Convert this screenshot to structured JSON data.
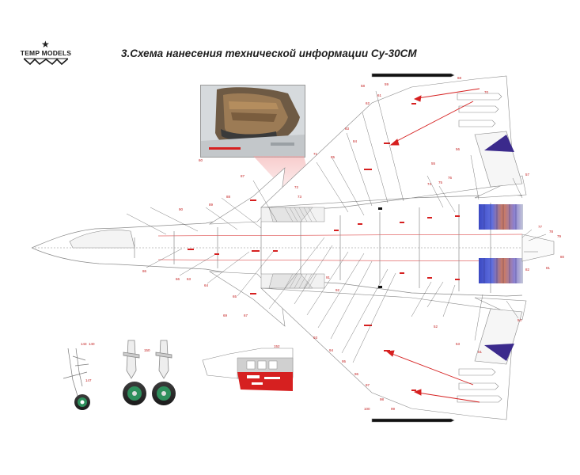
{
  "brand": {
    "logo_text": "TEMP MODELS",
    "logo_icon": "star-icon"
  },
  "title": "3.Схема нанесения технической информации Су-30СМ",
  "colors": {
    "callout_red": "#d62020",
    "outline_gray": "#8a8a8a",
    "engine_blue": "#4a56c9",
    "tail_flash": "#3b2a8c",
    "wheel_green": "#2e8f5c",
    "photo_brown": "#8a6744"
  },
  "callouts": {
    "c1": "60",
    "c2": "86",
    "c3": "66",
    "c4": "63",
    "c5": "64",
    "c6": "65",
    "c7": "69",
    "c8": "55",
    "c9": "56",
    "c10": "57",
    "c11": "58",
    "c12": "59",
    "c13": "61",
    "c14": "62",
    "c15": "68",
    "c16": "70",
    "c17": "71",
    "c18": "72",
    "c19": "73",
    "c20": "74",
    "c21": "75",
    "c22": "76",
    "c23": "77",
    "c24": "78",
    "c25": "79",
    "c26": "80",
    "c27": "81",
    "c28": "82",
    "c29": "83",
    "c30": "84",
    "c31": "85",
    "c32": "87",
    "c33": "88",
    "c34": "89",
    "c35": "90",
    "c36": "91",
    "c37": "92",
    "c38": "93",
    "c39": "94",
    "c40": "95",
    "c41": "96",
    "c42": "97",
    "c43": "98",
    "c44": "99",
    "c45": "100",
    "c46": "52",
    "c47": "53",
    "c48": "54",
    "c49": "67",
    "c50": "140",
    "c51": "143",
    "c52": "147",
    "c53": "150",
    "c54": "152",
    "c55": "51"
  }
}
